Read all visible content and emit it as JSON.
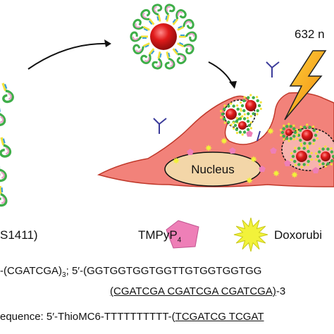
{
  "labels": {
    "light": "632 n",
    "nucleus": "Nucleus"
  },
  "legend": {
    "item1": "S1411)",
    "item2_main": "TMPyP",
    "item2_sub": "4",
    "item3": "Doxorubi"
  },
  "sequences": {
    "line1_a": "-(CGATCGA)",
    "line1_sub": "3",
    "line1_b": "; 5′-(GGTGGTGGTGGTTGTGGTGGTGG",
    "line2": "(CGATCGA CGATCGA CGATCGA)",
    "line2_tail": "-3",
    "line3_a": "equence: 5′-ThioMC6-TTTTTTTTTT-(",
    "line3_b": "TCGATCG TCGAT"
  },
  "colors": {
    "cell": "#f2827a",
    "cell_edge": "#c0392b",
    "nucleus": "#f3d6a8",
    "nanoparticle": "#e01a1a",
    "dna_green": "#3fae49",
    "dna_yellow": "#f4e23a",
    "dna_pink": "#e8a0c8",
    "dna_blue": "#3aa0d8",
    "tmpyp": "#ee7fb7",
    "doxorubicin": "#f2f23a",
    "lightning": "#f6a81b",
    "receptor": "#3b3b9a"
  }
}
